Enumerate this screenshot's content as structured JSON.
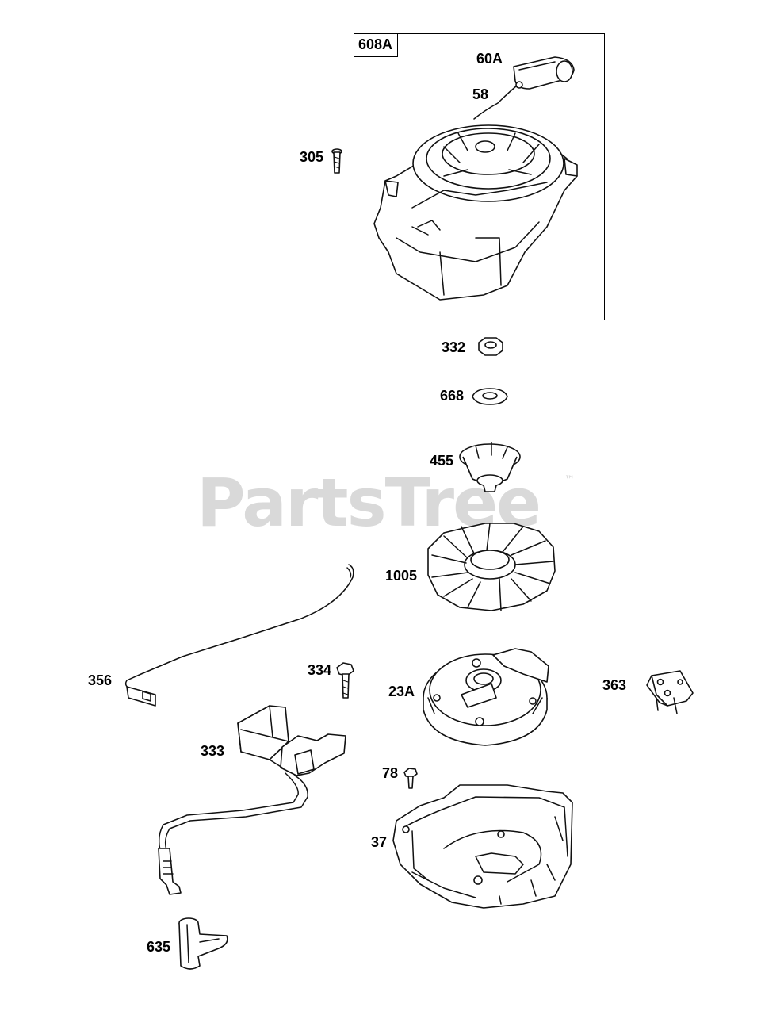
{
  "watermark": {
    "text": "PartsTree",
    "trademark": "™"
  },
  "box": {
    "tag": "608A"
  },
  "labels": {
    "p608a": "608A",
    "p60a": "60A",
    "p58": "58",
    "p305": "305",
    "p332": "332",
    "p668": "668",
    "p455": "455",
    "p1005": "1005",
    "p356": "356",
    "p334": "334",
    "p23a": "23A",
    "p363": "363",
    "p333": "333",
    "p78": "78",
    "p37": "37",
    "p635": "635"
  }
}
